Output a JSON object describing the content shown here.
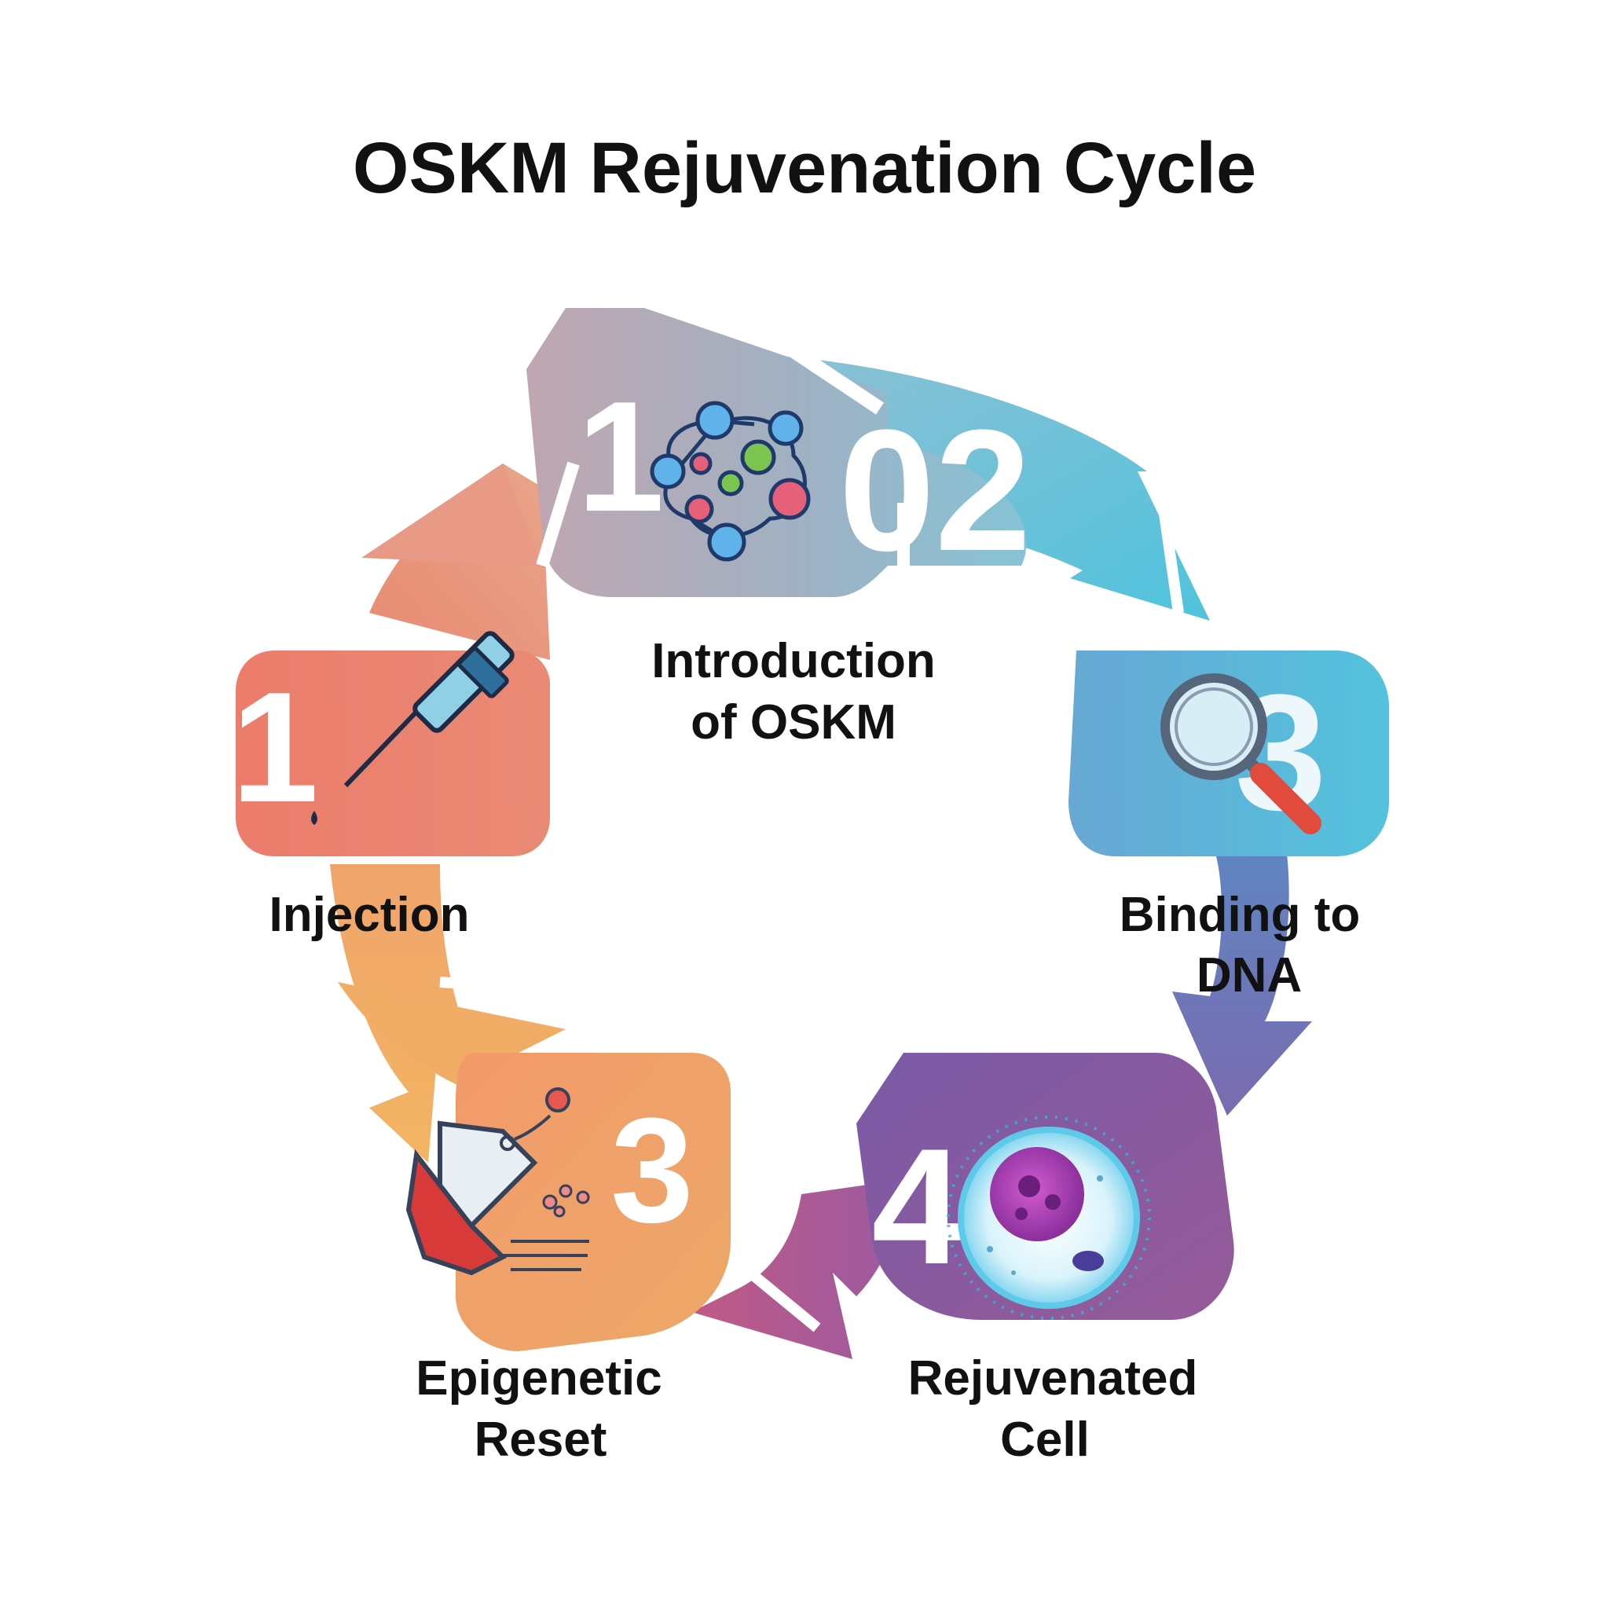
{
  "title": "OSKM Rejuvenation Cycle",
  "steps": [
    {
      "number": "1",
      "label_lines": [
        "Injection"
      ],
      "icon": "syringe-icon"
    },
    {
      "number": "1",
      "label_lines": [
        "Introduction",
        "of OSKM"
      ],
      "icon": "molecule-cluster-icon"
    },
    {
      "number": "02",
      "label_lines": [],
      "icon": ""
    },
    {
      "number": "3",
      "label_lines": [
        "Binding to",
        "DNA"
      ],
      "icon": "magnifying-glass-icon"
    },
    {
      "number": "4",
      "label_lines": [
        "Rejuvenated",
        "Cell"
      ],
      "icon": "cell-icon"
    },
    {
      "number": "3",
      "label_lines": [
        "Epigenetic",
        "Reset"
      ],
      "icon": "epigenetic-tag-icon"
    }
  ],
  "colors": {
    "injection": "#ec7e6d",
    "introduction": "#b2a7b6",
    "binding": "#5fb6d8",
    "rejuvenated": "#8c5aa2",
    "epigenetic": "#f0a266",
    "arc_orange": "#f3ad62",
    "arc_teal": "#64c3d8",
    "arc_blue": "#6880b8",
    "arc_purple": "#9a5c9c"
  }
}
